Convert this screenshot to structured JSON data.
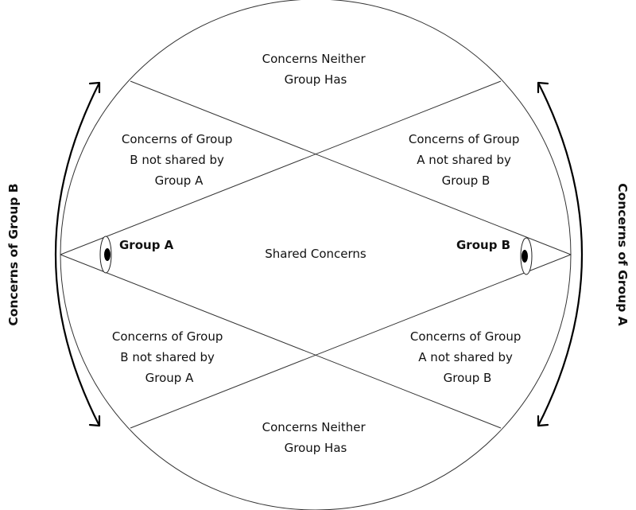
{
  "diagram": {
    "regions": {
      "top_neither": [
        "Concerns Neither",
        "Group Has"
      ],
      "upper_left": [
        "Concerns of Group",
        "B not shared by",
        "Group A"
      ],
      "upper_right": [
        "Concerns of Group",
        "A not shared by",
        "Group B"
      ],
      "center": "Shared Concerns",
      "lower_left": [
        "Concerns of Group",
        "B not shared by",
        "Group A"
      ],
      "lower_right": [
        "Concerns of Group",
        "A not shared by",
        "Group B"
      ],
      "bottom_neither": [
        "Concerns Neither",
        "Group Has"
      ]
    },
    "viewers": {
      "group_a": "Group A",
      "group_b": "Group B"
    },
    "side_labels": {
      "left": "Concerns of Group B",
      "right": "Concerns of Group A"
    },
    "icons": {
      "viewer_left": "eye-icon",
      "viewer_right": "eye-icon",
      "arc_left": "double-arrow-arc-icon",
      "arc_right": "double-arrow-arc-icon"
    }
  }
}
